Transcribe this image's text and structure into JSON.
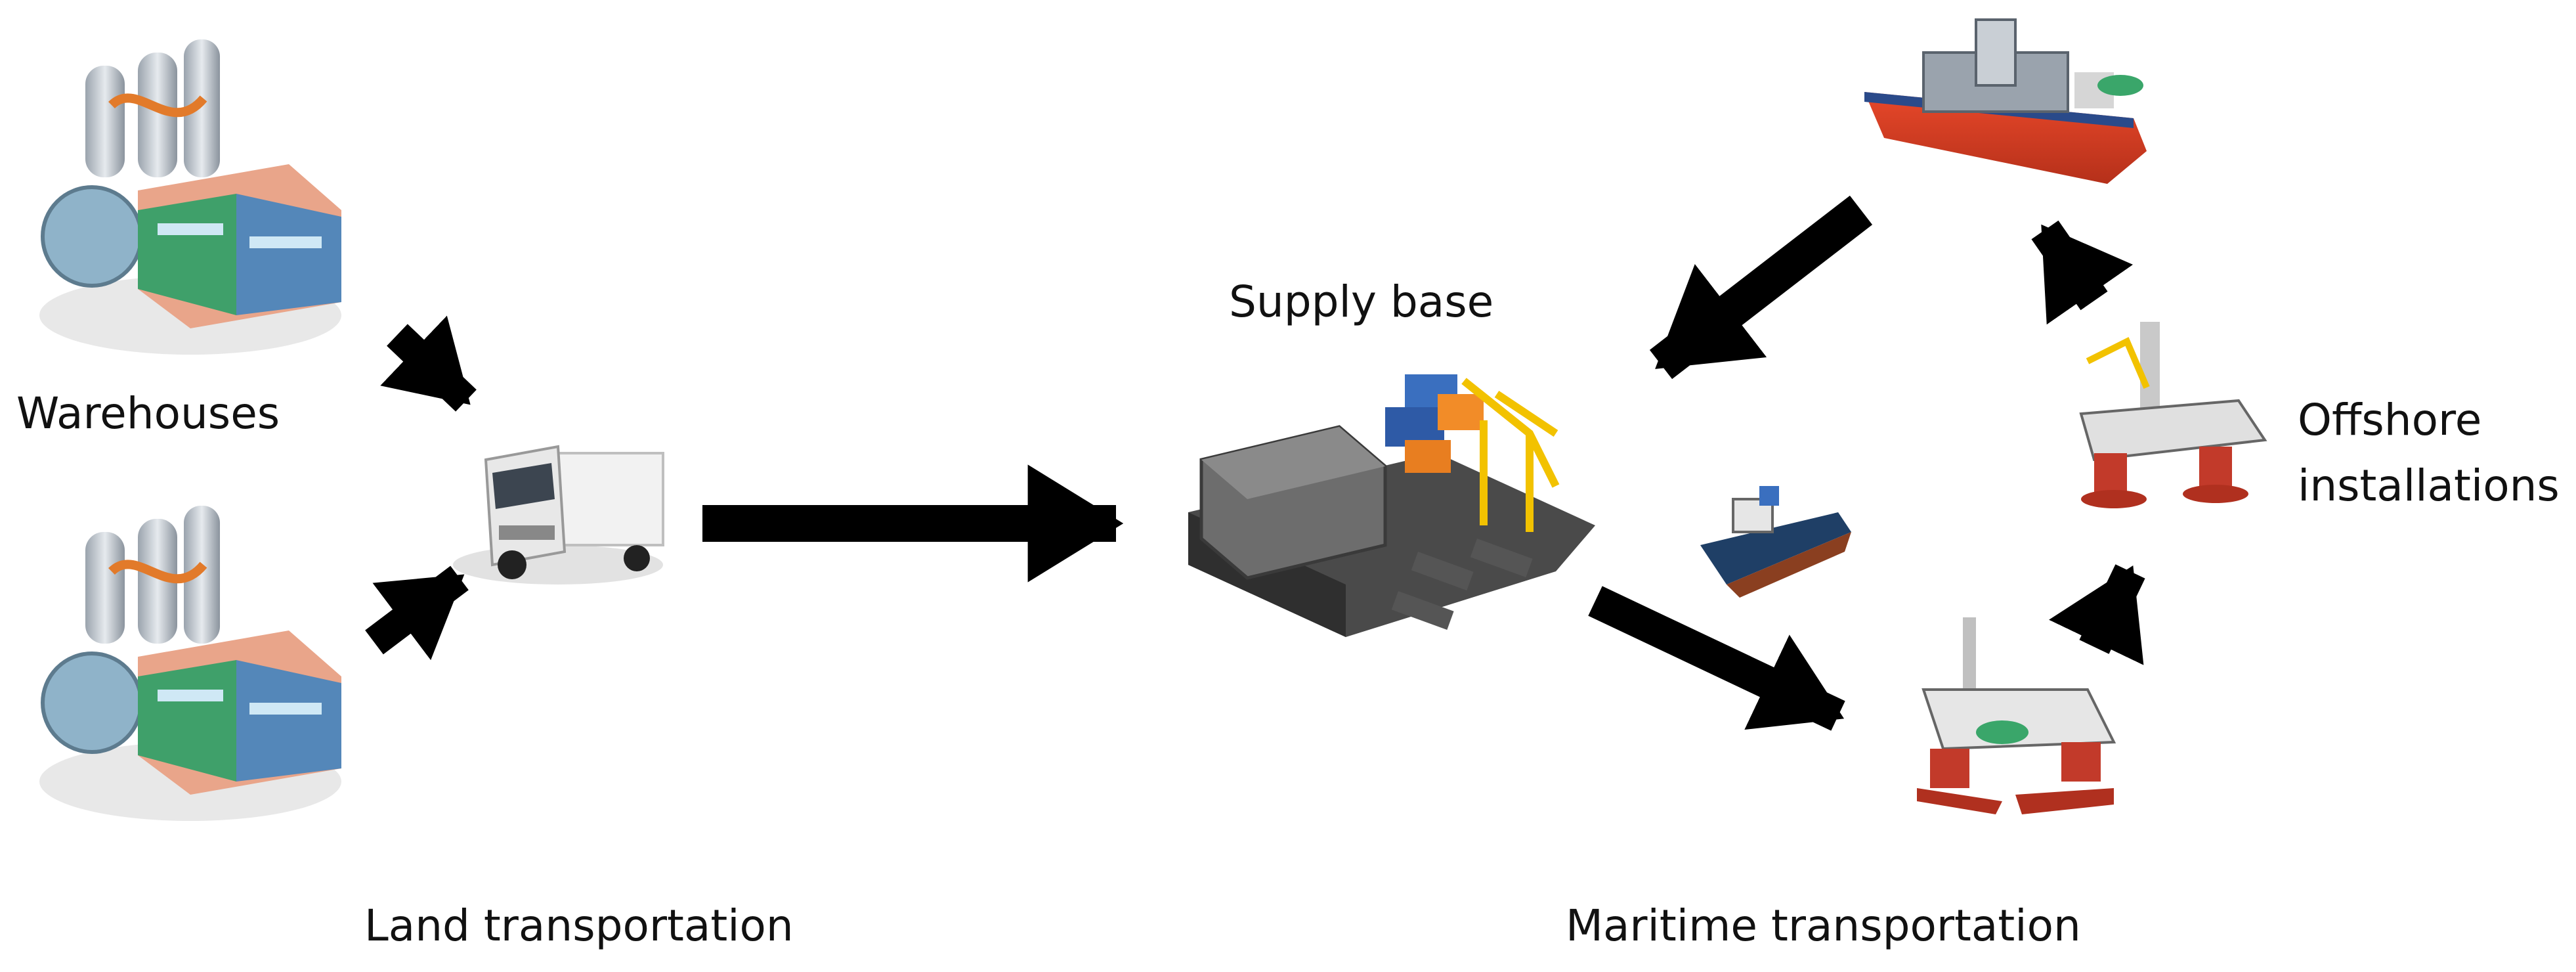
{
  "labels": {
    "warehouses": "Warehouses",
    "supply_base": "Supply base",
    "offshore_line1": "Offshore",
    "offshore_line2": "installations",
    "land_transportation": "Land transportation",
    "maritime_transportation": "Maritime transportation"
  },
  "icons": [
    "warehouse-icon",
    "truck-icon",
    "supply-base-icon",
    "supply-vessel-icon",
    "drillship-icon",
    "semisubmersible-rig-icon",
    "offshore-platform-icon"
  ],
  "colors": {
    "arrow": "#000000",
    "text": "#111111"
  }
}
